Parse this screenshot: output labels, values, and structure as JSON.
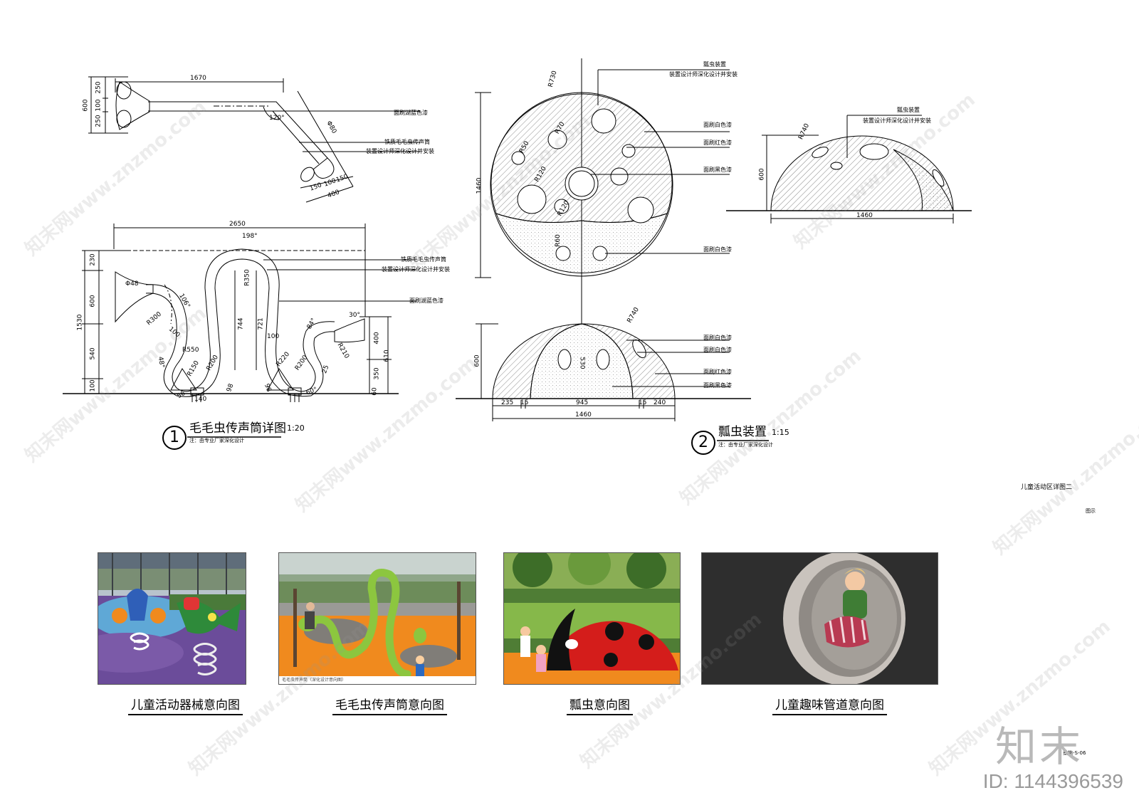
{
  "drawing1": {
    "number": "1",
    "title": "毛毛虫传声筒详图",
    "scale": "1:20",
    "note": "注：由专业厂家深化设计",
    "callouts": [
      "面刷湖蓝色漆",
      "铁质毛毛虫传声筒",
      "装置设计师深化设计并安装",
      "铁质毛毛虫传声筒",
      "装置设计师深化设计并安装",
      "面刷湖蓝色漆"
    ],
    "dims": [
      "1670",
      "250",
      "100",
      "250",
      "600",
      "120°",
      "Φ80",
      "150",
      "100",
      "150",
      "400",
      "2650",
      "198°",
      "230",
      "600",
      "1530",
      "540",
      "100",
      "Φ48",
      "106°",
      "R300",
      "100",
      "R550",
      "R150",
      "R200",
      "R350",
      "744",
      "721",
      "100",
      "R220",
      "R200",
      "84°",
      "30°",
      "R210",
      "400",
      "610",
      "350",
      "25",
      "60",
      "140",
      "56",
      "98",
      "98",
      "60°",
      "48°"
    ]
  },
  "drawing2": {
    "number": "2",
    "title": "瓢虫装置",
    "scale": "1:15",
    "note": "注：由专业厂家深化设计",
    "top_callouts": [
      "瓢虫装置",
      "装置设计师深化设计并安装",
      "面刷白色漆",
      "面刷红色漆",
      "面刷黑色漆",
      "面刷白色漆"
    ],
    "side_callouts": [
      "瓢虫装置",
      "装置设计师深化设计并安装"
    ],
    "front_callouts": [
      "面刷白色漆",
      "面刷白色漆",
      "面刷红色漆",
      "面刷黑色漆"
    ],
    "dims": [
      "R730",
      "R50",
      "R70",
      "R120",
      "R120",
      "R60",
      "1460",
      "R740",
      "600",
      "1460",
      "R740",
      "600",
      "530",
      "235",
      "15",
      "945",
      "15",
      "240",
      "1460"
    ]
  },
  "sheet": {
    "area_title": "儿童活动区详图二",
    "legend_label": "图示",
    "sheet_number": "景施-S-06"
  },
  "photos": [
    {
      "caption": "儿童活动器械意向图"
    },
    {
      "caption": "毛毛虫传声筒意向图",
      "inner_caption": "毛毛虫传声筒（深化设计意向图）"
    },
    {
      "caption": "瓢虫意向图"
    },
    {
      "caption": "儿童趣味管道意向图"
    }
  ],
  "watermark": {
    "text": "知末网www.znzmo.com",
    "logo": "知末",
    "id": "ID: 1144396539"
  },
  "colors": {
    "ink": "#000000",
    "ladybug_red": "#d41d1b",
    "play_orange": "#f08a1e",
    "worm_green": "#8cc63f",
    "rubber_purple": "#6b4c9a",
    "asphalt": "#2e2e2e"
  }
}
